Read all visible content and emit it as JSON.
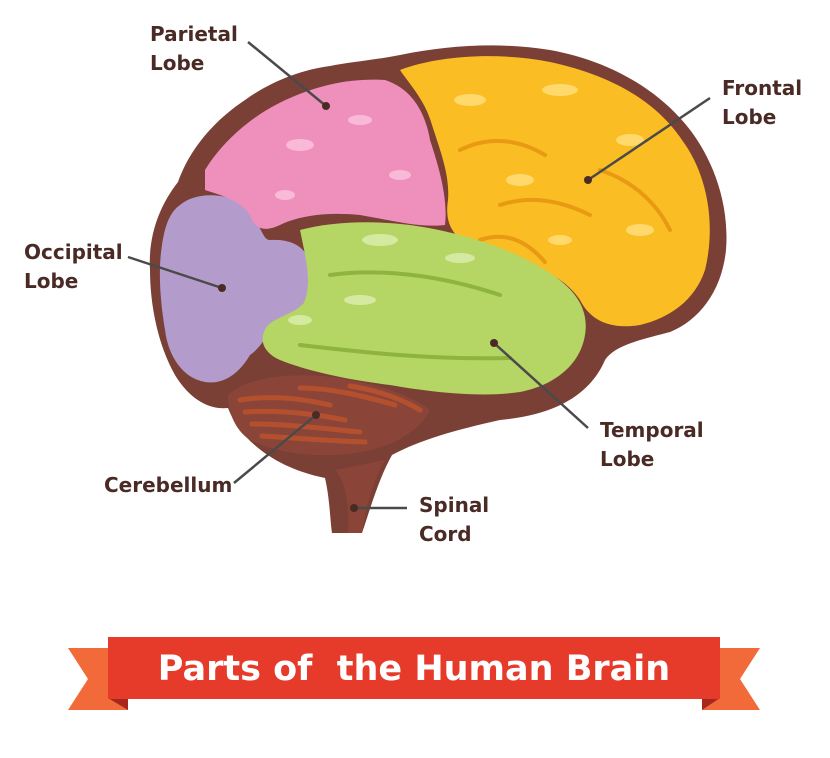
{
  "banner": {
    "title": "Parts of  the Human Brain",
    "color": "#e63b2b",
    "fold_color": "#f26a3a"
  },
  "labels": {
    "parietal": {
      "line1": "Parietal",
      "line2": "Lobe"
    },
    "frontal": {
      "line1": "Frontal",
      "line2": "Lobe"
    },
    "occipital": {
      "line1": "Occipital",
      "line2": "Lobe"
    },
    "temporal": {
      "line1": "Temporal",
      "line2": "Lobe"
    },
    "cerebellum": {
      "line1": "Cerebellum"
    },
    "spinal": {
      "line1": "Spinal",
      "line2": "Cord"
    }
  },
  "colors": {
    "outline": "#7a3f35",
    "parietal": "#ef8fbc",
    "frontal": "#fbbd24",
    "occipital": "#b39ccb",
    "temporal": "#b5d565",
    "cerebellum_stripes": "#b5502f",
    "label_text": "#4a2a25"
  }
}
